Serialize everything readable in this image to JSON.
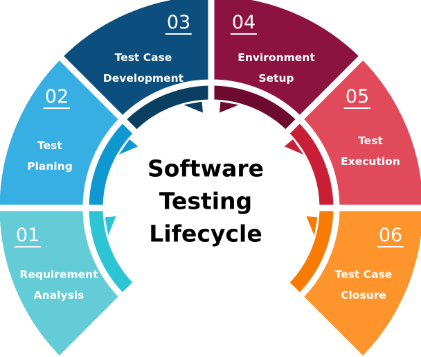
{
  "title": [
    "Software",
    "Testing",
    "Lifecycle"
  ],
  "stages": [
    {
      "number": "01",
      "lines": [
        "Requirement",
        "Analysis"
      ],
      "color": "#63CCD7",
      "inner_color": "#2DC5D3"
    },
    {
      "number": "02",
      "lines": [
        "Test",
        "Planing"
      ],
      "color": "#37AFE3",
      "inner_color": "#0F98CF"
    },
    {
      "number": "03",
      "lines": [
        "Test Case",
        "Development"
      ],
      "color": "#0C4F7E",
      "inner_color": "#0B3F62"
    },
    {
      "number": "04",
      "lines": [
        "Environment",
        "Setup"
      ],
      "color": "#8C1240",
      "inner_color": "#6D0A30"
    },
    {
      "number": "05",
      "lines": [
        "Test",
        "Execution"
      ],
      "color": "#E14A5A",
      "inner_color": "#C81F36"
    },
    {
      "number": "06",
      "lines": [
        "Test Case",
        "Closure"
      ],
      "color": "#FD942C",
      "inner_color": "#F87B06"
    }
  ]
}
